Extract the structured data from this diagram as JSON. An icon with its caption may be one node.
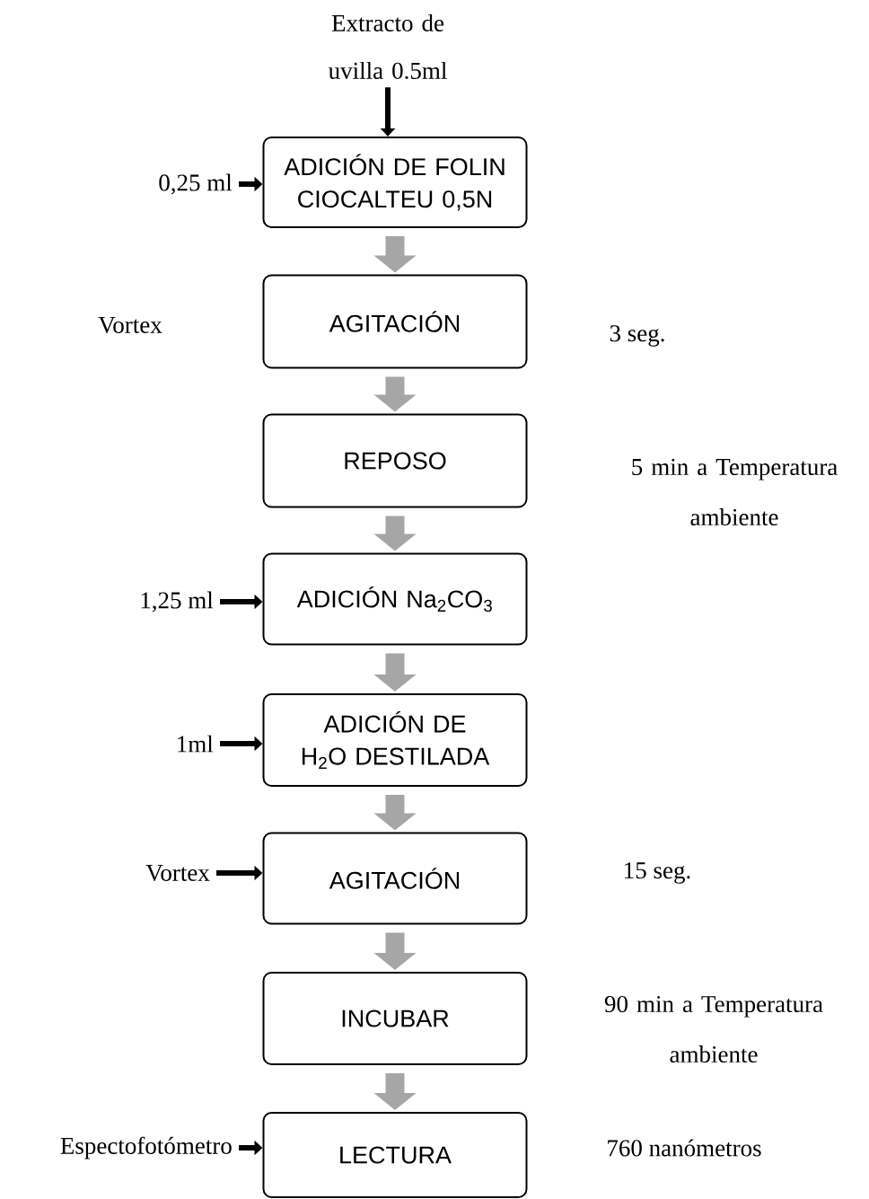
{
  "diagram": {
    "nodes": [
      {
        "text": [
          "ADICIÓN DE FOLIN CIOCALTEU 0,5N"
        ]
      },
      {
        "text": [
          "AGITACIÓN"
        ],
        "beside": [
          "3 seg."
        ]
      },
      {
        "text": [
          "REPOSO"
        ]
      },
      {
        "text": [
          "ADICIÓN Na$_{2}$CO$_{3}$"
        ]
      },
      {
        "text": [
          "ADICIÓN DE H$_{2}$O DESTILADA"
        ]
      },
      {
        "text": [
          "AGITACIÓN"
        ]
      },
      {
        "text": [
          "INCUBAR"
        ],
        "beside": [
          "90 min a Temperatura ambiente"
        ]
      },
      {
        "text": [
          "LECTURA"
        ],
        "beside": [
          "760 nanómetros"
        ]
      },
      {
        "text": [
          "Extracto de uvilla 0.5ml"
        ]
      },
      {
        "text": [
          "0,25 ml"
        ]
      },
      {
        "text": [
          "1,25 ml"
        ]
      },
      {
        "text": [
          "1ml"
        ]
      },
      {
        "text": [
          "Vortex"
        ]
      },
      {
        "text": [
          "Espectofotómetro"
        ]
      }
    ],
    "edges": [
      {
        "from": 8,
        "to": 0,
        "arrow": "to",
        "color": "#000000"
      },
      {
        "from": 9,
        "to": 0,
        "arrow": "to",
        "color": "#000000"
      },
      {
        "from": 0,
        "to": 1,
        "arrow": "to"
      },
      {
        "from": 1,
        "to": 2,
        "arrow": "to"
      },
      {
        "from": 2,
        "to": 3,
        "arrow": "to"
      },
      {
        "from": 10,
        "to": 3,
        "arrow": "to",
        "color": "#000000"
      },
      {
        "from": 3,
        "to": 4,
        "arrow": "to"
      },
      {
        "from": 11,
        "to": 4,
        "arrow": "to",
        "color": "#000000"
      },
      {
        "from": 4,
        "to": 5,
        "arrow": "to"
      },
      {
        "from": 12,
        "to": 5,
        "arrow": "to",
        "color": "#000000"
      },
      {
        "from": 5,
        "to": 6,
        "arrow": "to"
      },
      {
        "from": 6,
        "to": 7,
        "arrow": "to"
      },
      {
        "from": 13,
        "to": 7,
        "arrow": "to",
        "color": "#000000"
      }
    ],
    "labels": [
      "Vortex",
      "5 min a Temperatura ambiente",
      "15 seg."
    ]
  }
}
